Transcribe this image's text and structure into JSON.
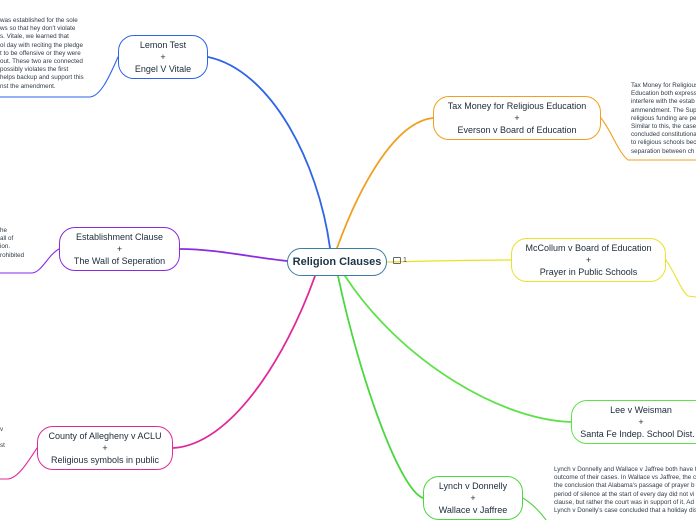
{
  "center": {
    "label": "Religion Clauses",
    "note_count": "1"
  },
  "nodes": [
    {
      "id": "lemon",
      "lines": [
        "Lemon Test",
        "+",
        "Engel V Vitale"
      ],
      "color": "#2f63e8"
    },
    {
      "id": "establishment",
      "lines": [
        "Establishment Clause",
        "+",
        "The Wall of Seperation"
      ],
      "color": "#8a2be2"
    },
    {
      "id": "allegheny",
      "lines": [
        "County of Allegheny v ACLU",
        "+",
        "Religious symbols in public"
      ],
      "color": "#e0289a"
    },
    {
      "id": "everson",
      "lines": [
        "Tax Money for Religious Education",
        "+",
        "Everson v Board of Education"
      ],
      "color": "#f0a020"
    },
    {
      "id": "mccollum",
      "lines": [
        "McCollum v Board of Education",
        "+",
        "Prayer in Public Schools"
      ],
      "color": "#e8e22a"
    },
    {
      "id": "lee",
      "lines": [
        "Lee v Weisman",
        "+",
        "Santa Fe Indep. School Dist. v"
      ],
      "color": "#5fe14a"
    },
    {
      "id": "lynch",
      "lines": [
        "Lynch v Donnelly",
        "+",
        "Wallace v Jaffree"
      ],
      "color": "#4cd640"
    }
  ],
  "notes": {
    "lemon": [
      "was established for the sole",
      "ws so that hey don't violate",
      "s. Vitale, we learned that",
      "ol day with reciting the pledge",
      "t to be offensive or they were",
      "out. These two are connected",
      "possibly violates the first",
      "helps backup and support this",
      "nst the amendment."
    ],
    "establishment": [
      "he",
      "all of",
      "ion.",
      "rohibited"
    ],
    "allegheny": [
      "v",
      "",
      "st"
    ],
    "everson": [
      "Tax Money for Religious",
      "Education both express",
      "interfere with the estab",
      "ammendment. The Sup",
      "religious funding are pe",
      "Similar to this, the case",
      "concluded constitutiona",
      "to religious schools bec",
      "separation between ch"
    ],
    "lynch": [
      "Lynch v Donnelly and Wallace v Jaffree both have th",
      "outcome of their cases. In Wallace vs Jaffree, the co",
      "the conclusion that Alabama's passage of prayer b",
      "period of silence at the start of every day did not vi",
      "clause, but rather the court was in support of it. Ad",
      "Lynch v Donelly's case concluded that a holiday dis"
    ]
  }
}
